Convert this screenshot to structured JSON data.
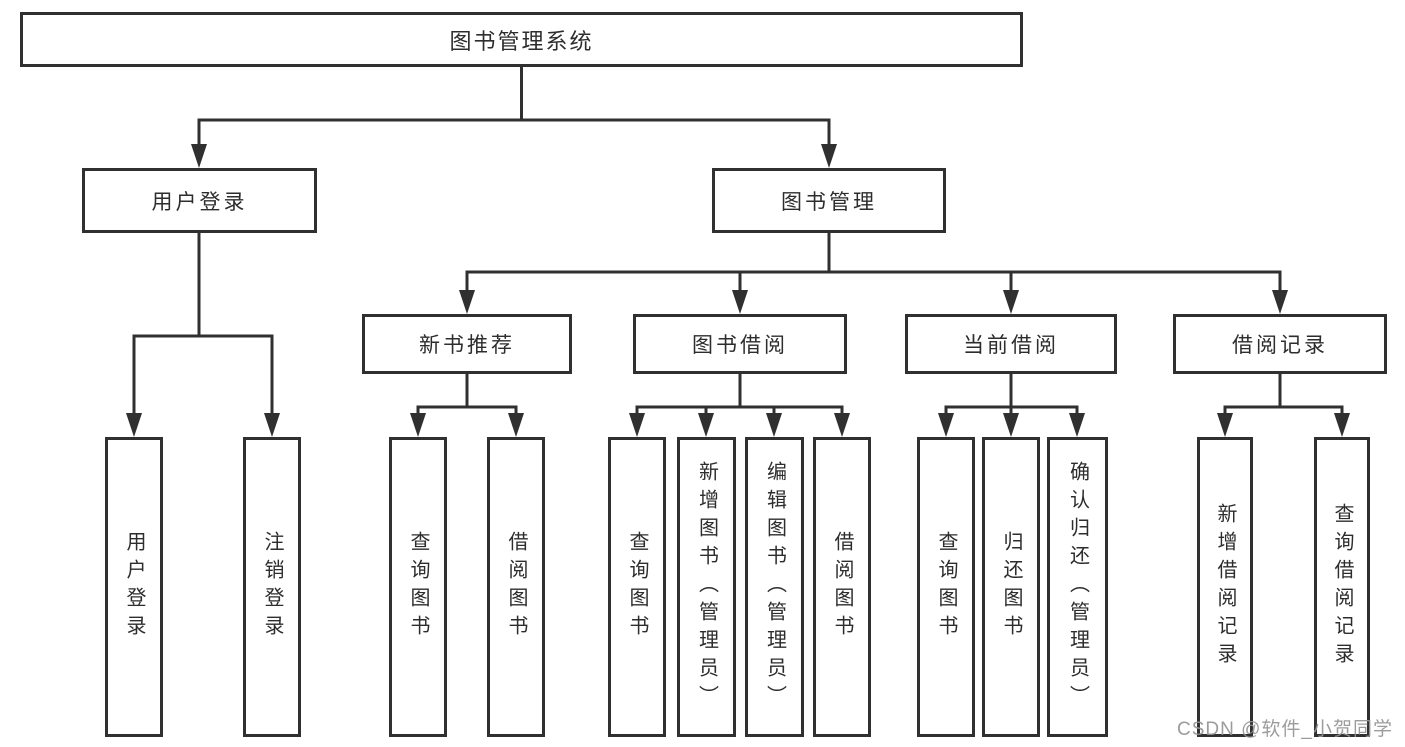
{
  "diagram": {
    "colors": {
      "line": "#303030",
      "box_border": "#303030",
      "box_background": "#ffffff",
      "text": "#2d2d2d",
      "watermark": "#949494"
    },
    "tree": {
      "label": "图书管理系统",
      "children": [
        {
          "label": "用户登录",
          "children": [
            {
              "label": "用户登录"
            },
            {
              "label": "注销登录"
            }
          ]
        },
        {
          "label": "图书管理",
          "children": [
            {
              "label": "新书推荐",
              "children": [
                {
                  "label": "查询图书"
                },
                {
                  "label": "借阅图书"
                }
              ]
            },
            {
              "label": "图书借阅",
              "children": [
                {
                  "label": "查询图书"
                },
                {
                  "label": "新增图书（管理员）"
                },
                {
                  "label": "编辑图书（管理员）"
                },
                {
                  "label": "借阅图书"
                }
              ]
            },
            {
              "label": "当前借阅",
              "children": [
                {
                  "label": "查询图书"
                },
                {
                  "label": "归还图书"
                },
                {
                  "label": "确认归还（管理员）"
                }
              ]
            },
            {
              "label": "借阅记录",
              "children": [
                {
                  "label": "新增借阅记录"
                },
                {
                  "label": "查询借阅记录"
                }
              ]
            }
          ]
        }
      ]
    }
  },
  "watermark": {
    "text": "CSDN @软件_小贺同学"
  }
}
